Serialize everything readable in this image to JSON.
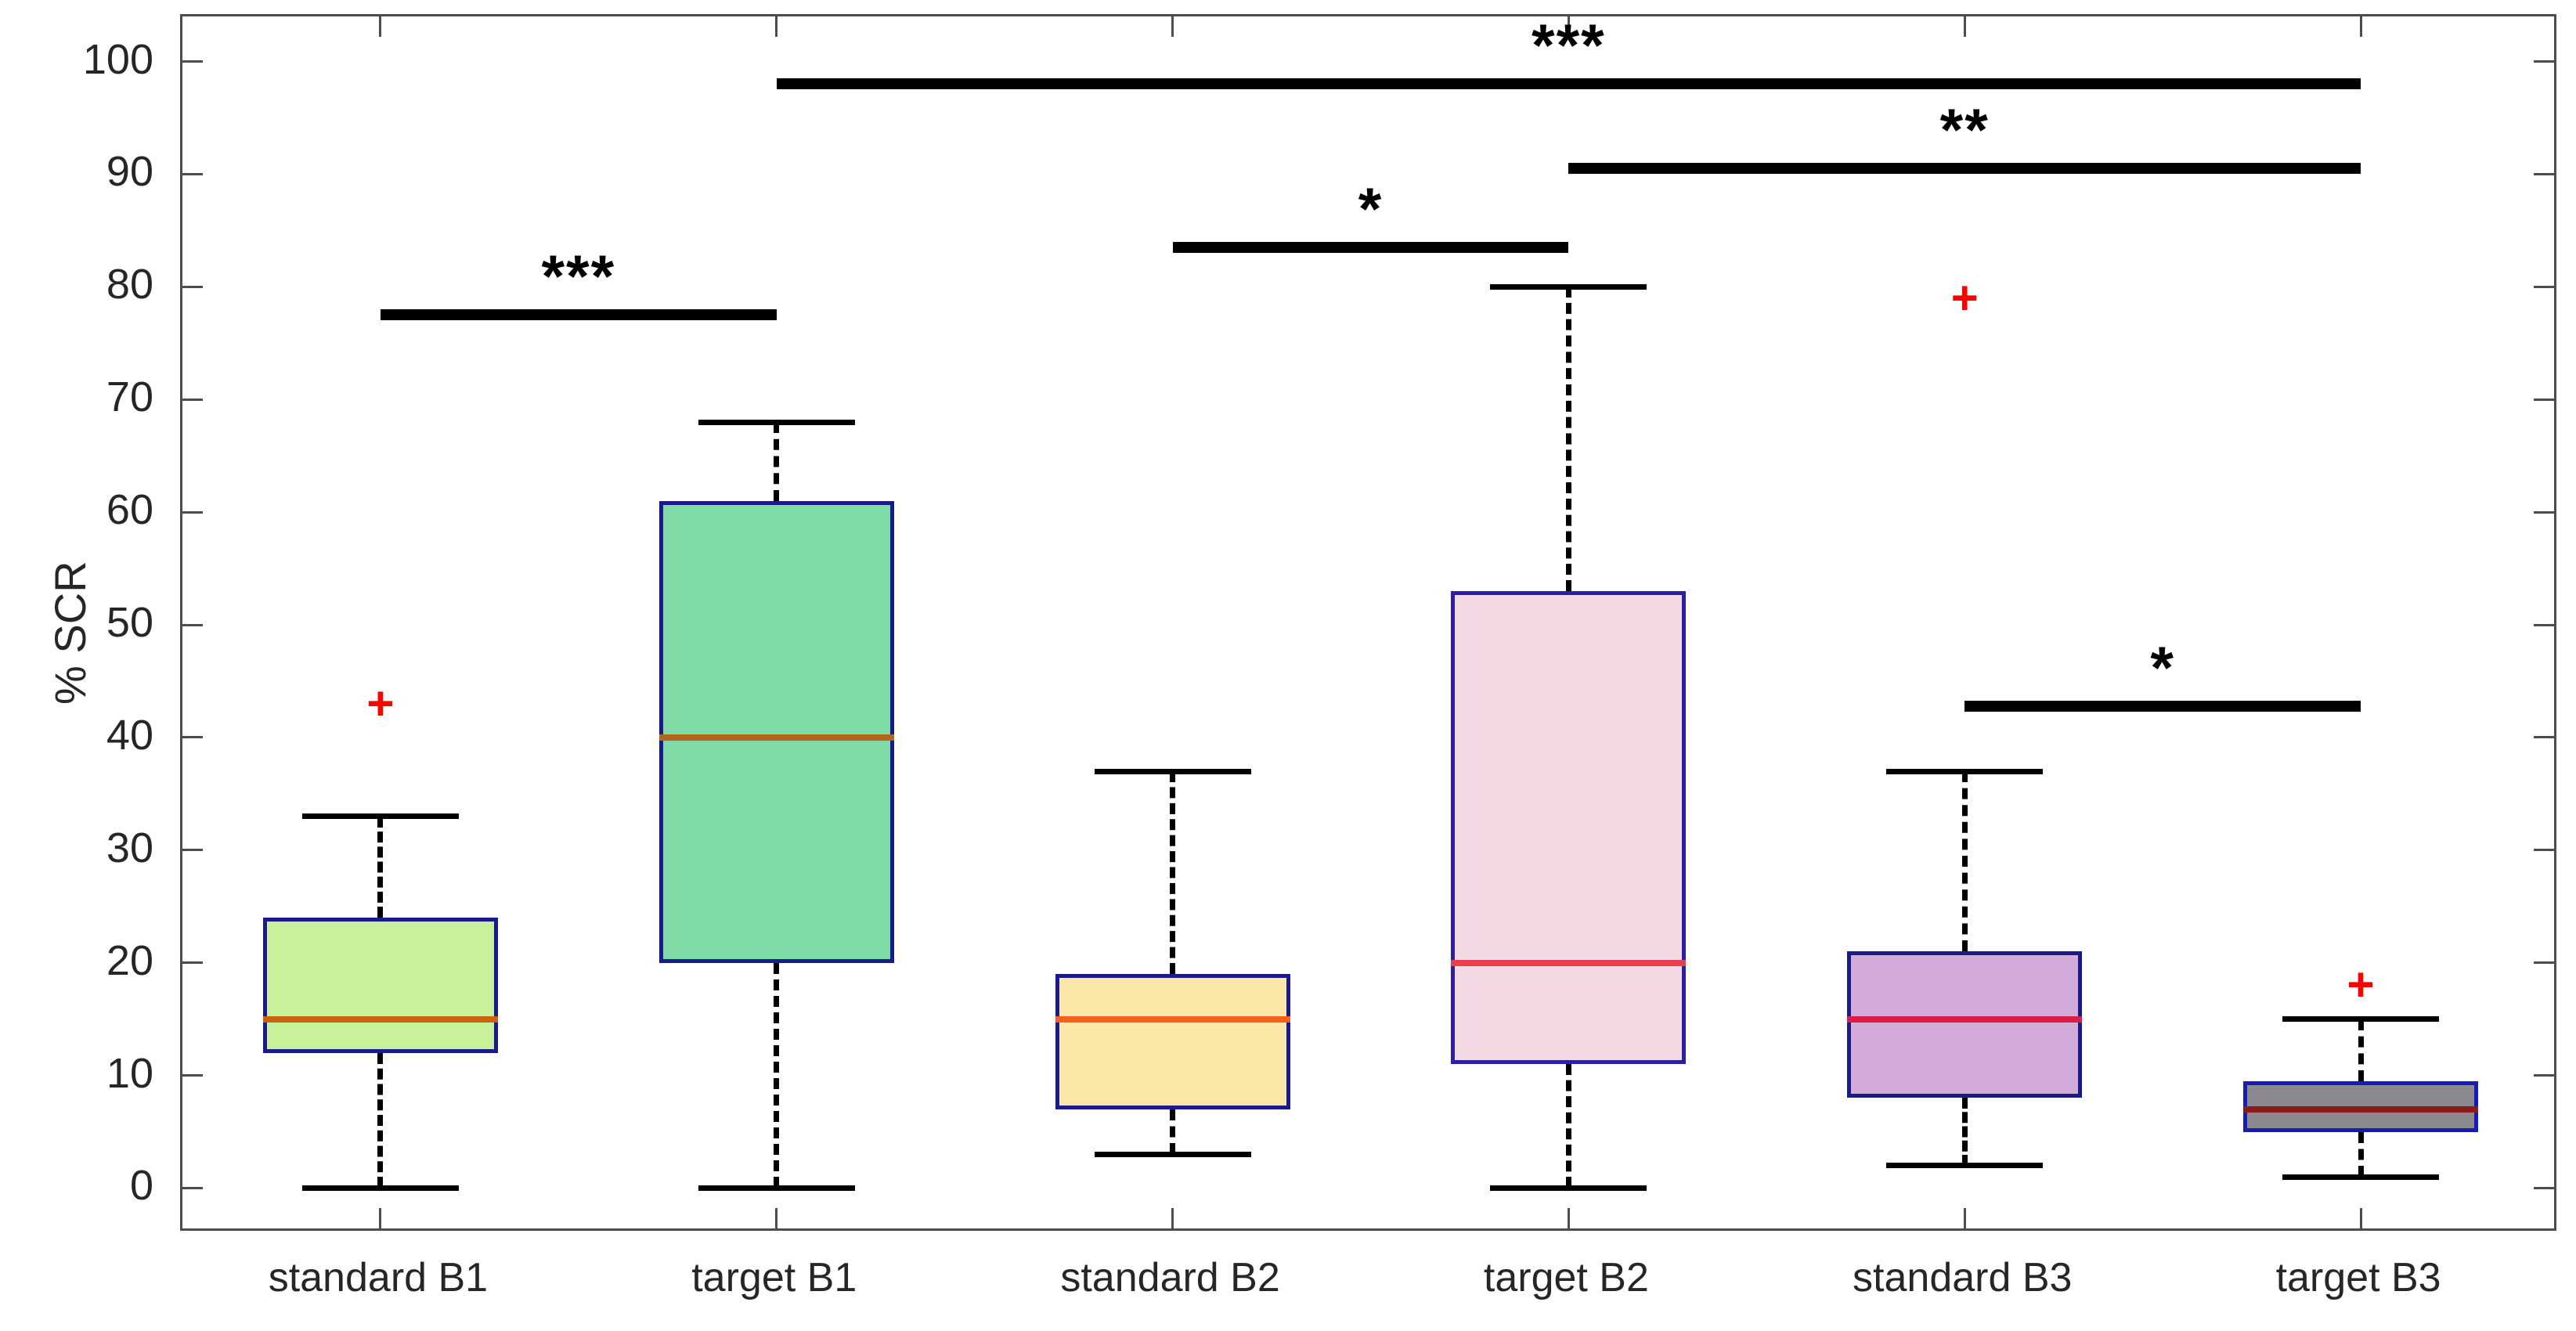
{
  "chart_data": {
    "type": "box",
    "title": "",
    "xlabel": "",
    "ylabel": "% SCR",
    "ylim": [
      -4,
      104
    ],
    "yticks": [
      0,
      10,
      20,
      30,
      40,
      50,
      60,
      70,
      80,
      90,
      100
    ],
    "ytick_labels": [
      "0",
      "10",
      "20",
      "30",
      "40",
      "50",
      "60",
      "70",
      "80",
      "90",
      "100"
    ],
    "grid": false,
    "legend": "none",
    "categories": [
      "standard B1",
      "target B1",
      "standard B2",
      "target B2",
      "standard B3",
      "target B3"
    ],
    "boxes": [
      {
        "label": "standard B1",
        "whisker_low": 0,
        "q1": 12,
        "median": 15,
        "q3": 24,
        "whisker_high": 33,
        "outliers": [
          43
        ],
        "fill": "#c9f09b",
        "edge": "#1a1a8c",
        "median_color": "#c8650a"
      },
      {
        "label": "target B1",
        "whisker_low": 0,
        "q1": 20,
        "median": 40,
        "q3": 61,
        "whisker_high": 68,
        "outliers": [],
        "fill": "#7fdba5",
        "edge": "#1a1a8c",
        "median_color": "#b5651d"
      },
      {
        "label": "standard B2",
        "whisker_low": 3,
        "q1": 7,
        "median": 15,
        "q3": 19,
        "whisker_high": 37,
        "outliers": [],
        "fill": "#fbe7a6",
        "edge": "#1a1a8c",
        "median_color": "#f4601e"
      },
      {
        "label": "target B2",
        "whisker_low": 0,
        "q1": 11,
        "median": 20,
        "q3": 53,
        "whisker_high": 80,
        "outliers": [],
        "fill": "#f3d9e3",
        "edge": "#2b1fa8",
        "median_color": "#e8404a"
      },
      {
        "label": "standard B3",
        "whisker_low": 2,
        "q1": 8,
        "median": 15,
        "q3": 21,
        "whisker_high": 37,
        "outliers": [
          79
        ],
        "fill": "#d3abdb",
        "edge": "#1a1a8c",
        "median_color": "#d81e45"
      },
      {
        "label": "target B3",
        "whisker_low": 1,
        "q1": 5,
        "median": 7,
        "q3": 9.5,
        "whisker_high": 15,
        "outliers": [
          18
        ],
        "fill": "#8c8890",
        "edge": "#1a1ab4",
        "median_color": "#8b1a1a"
      }
    ],
    "significance": [
      {
        "label": "***",
        "from": "standard B1",
        "to": "target B1",
        "y": 77.5
      },
      {
        "label": "*",
        "from": "standard B2",
        "to": "target B2",
        "y": 83.5
      },
      {
        "label": "**",
        "from": "target B2",
        "to": "target B3",
        "y": 90.5
      },
      {
        "label": "***",
        "from": "target B1",
        "to": "target B3",
        "y": 98.0
      },
      {
        "label": "*",
        "from": "standard B3",
        "to": "target B3",
        "y": 42.8
      }
    ],
    "outlier_marker": "+"
  }
}
